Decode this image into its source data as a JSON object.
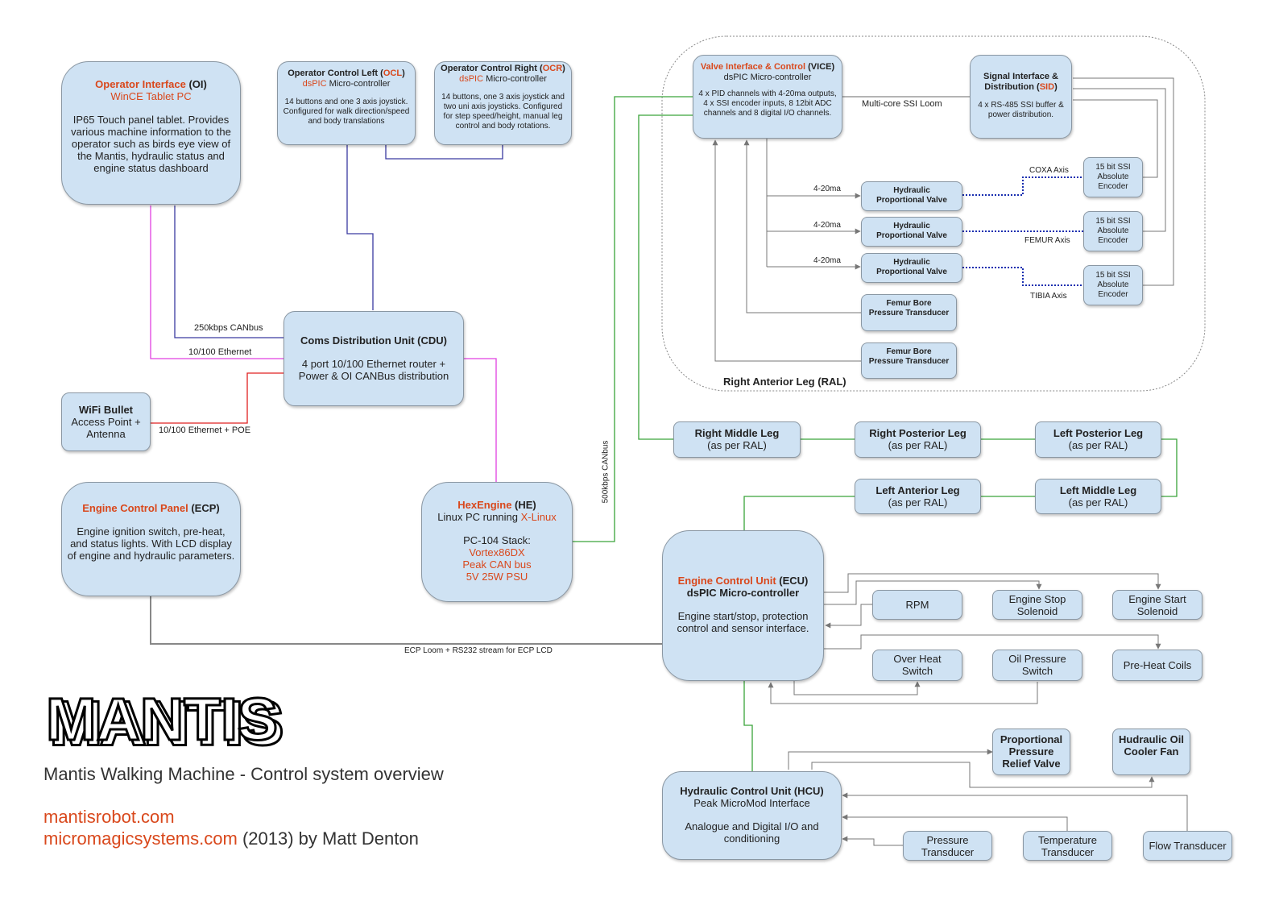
{
  "operator_interface": {
    "title": "Operator Interface",
    "abbr": "(OI)",
    "subtitle": "WinCE Tablet PC",
    "description": "IP65 Touch panel tablet. Provides various machine information to the operator such as birds eye view of the Mantis, hydraulic status and engine status dashboard"
  },
  "ocl": {
    "title": "Operator Control Left",
    "abbr": "OCL",
    "chip": "dsPIC",
    "chip_rest": "Micro-controller",
    "description": "14 buttons and one 3 axis joystick. Configured for walk direction/speed and body translations"
  },
  "ocr": {
    "title": "Operator Control Right",
    "abbr": "OCR",
    "chip": "dsPIC",
    "chip_rest": "Micro-controller",
    "description": "14 buttons, one 3 axis joystick and two uni axis joysticks. Configured for step speed/height, manual leg control and body rotations."
  },
  "vice": {
    "title": "Valve Interface & Control",
    "abbr": "VICE",
    "subtitle": "dsPIC Micro-controller",
    "description": "4 x PID channels with 4-20ma outputs, 4 x SSI encoder inputs, 8 12bit ADC channels and 8 digital I/O channels."
  },
  "sid": {
    "title": "Signal Interface & Distribution",
    "abbr": "SID",
    "description": "4 x RS-485 SSI buffer & power distribution."
  },
  "ral": {
    "label": "Right Anterior Leg (RAL)",
    "loom_label": "Multi-core SSI Loom",
    "current_labels": [
      "4-20ma",
      "4-20ma",
      "4-20ma"
    ],
    "valves": [
      "Hydraulic Proportional Valve",
      "Hydraulic Proportional Valve",
      "Hydraulic Proportional Valve"
    ],
    "encoders": [
      "15 bit SSI Absolute Encoder",
      "15 bit SSI Absolute Encoder",
      "15 bit SSI Absolute Encoder"
    ],
    "axes": [
      "COXA Axis",
      "FEMUR Axis",
      "TIBIA Axis"
    ],
    "transducers": [
      "Femur Bore Pressure Transducer",
      "Femur Bore Pressure Transducer"
    ]
  },
  "cdu": {
    "title": "Coms Distribution Unit (CDU)",
    "description": "4 port 10/100 Ethernet router + Power & OI CANBus distribution"
  },
  "wifi": {
    "title": "WiFi Bullet",
    "description": "Access Point + Antenna"
  },
  "links": {
    "canbus_250": "250kbps CANbus",
    "ethernet": "10/100 Ethernet",
    "ethernet_poe": "10/100 Ethernet + POE",
    "canbus_500": "500kbps CANbus",
    "ecp_loom": "ECP Loom + RS232 stream for ECP LCD"
  },
  "ecp": {
    "title": "Engine Control Panel",
    "abbr": "(ECP)",
    "description": "Engine ignition switch, pre-heat, and status lights. With LCD display of engine and hydraulic parameters."
  },
  "he": {
    "title": "HexEngine",
    "abbr": "(HE)",
    "subtitle_prefix": "Linux PC running",
    "os": "X-Linux",
    "stack_title": "PC-104 Stack:",
    "stack": [
      "Vortex86DX",
      "Peak CAN bus",
      "5V 25W PSU"
    ]
  },
  "legs": [
    {
      "name": "Right Middle Leg",
      "note": "(as per RAL)"
    },
    {
      "name": "Right Posterior Leg",
      "note": "(as per RAL)"
    },
    {
      "name": "Left Posterior Leg",
      "note": "(as per RAL)"
    },
    {
      "name": "Left Anterior Leg",
      "note": "(as per RAL)"
    },
    {
      "name": "Left Middle Leg",
      "note": "(as per RAL)"
    }
  ],
  "ecu": {
    "title": "Engine Control Unit",
    "abbr": "(ECU)",
    "subtitle": "dsPIC Micro-controller",
    "description": "Engine start/stop, protection control and sensor interface."
  },
  "ecu_io": {
    "rpm": "RPM",
    "stop": "Engine Stop Solenoid",
    "start": "Engine Start Solenoid",
    "overheat": "Over Heat Switch",
    "oil": "Oil Pressure Switch",
    "preheat": "Pre-Heat Coils"
  },
  "hcu": {
    "title": "Hydraulic Control Unit (HCU)",
    "subtitle": "Peak MicroMod Interface",
    "description": "Analogue and Digital I/O and conditioning"
  },
  "hcu_io": {
    "relief": "Proportional Pressure Relief Valve",
    "cooler": "Hudraulic Oil Cooler Fan",
    "pressure": "Pressure Transducer",
    "temperature": "Temperature Transducer",
    "flow": "Flow Transducer"
  },
  "branding": {
    "logo": "MANTIS",
    "caption": "Mantis Walking Machine - Control system overview",
    "site1": "mantisrobot.com",
    "site2": "micromagicsystems.com",
    "credit": "(2013) by Matt Denton"
  },
  "colors": {
    "box_fill": "#cfe2f3",
    "accent_red": "#d9481c",
    "axis_blue": "#1a2fb0",
    "can_blue": "#3a3aa0",
    "ethernet_pink": "#e040e0",
    "poe_red": "#e02020",
    "can500_green": "#3aa33a",
    "loom_gray": "#888888"
  }
}
